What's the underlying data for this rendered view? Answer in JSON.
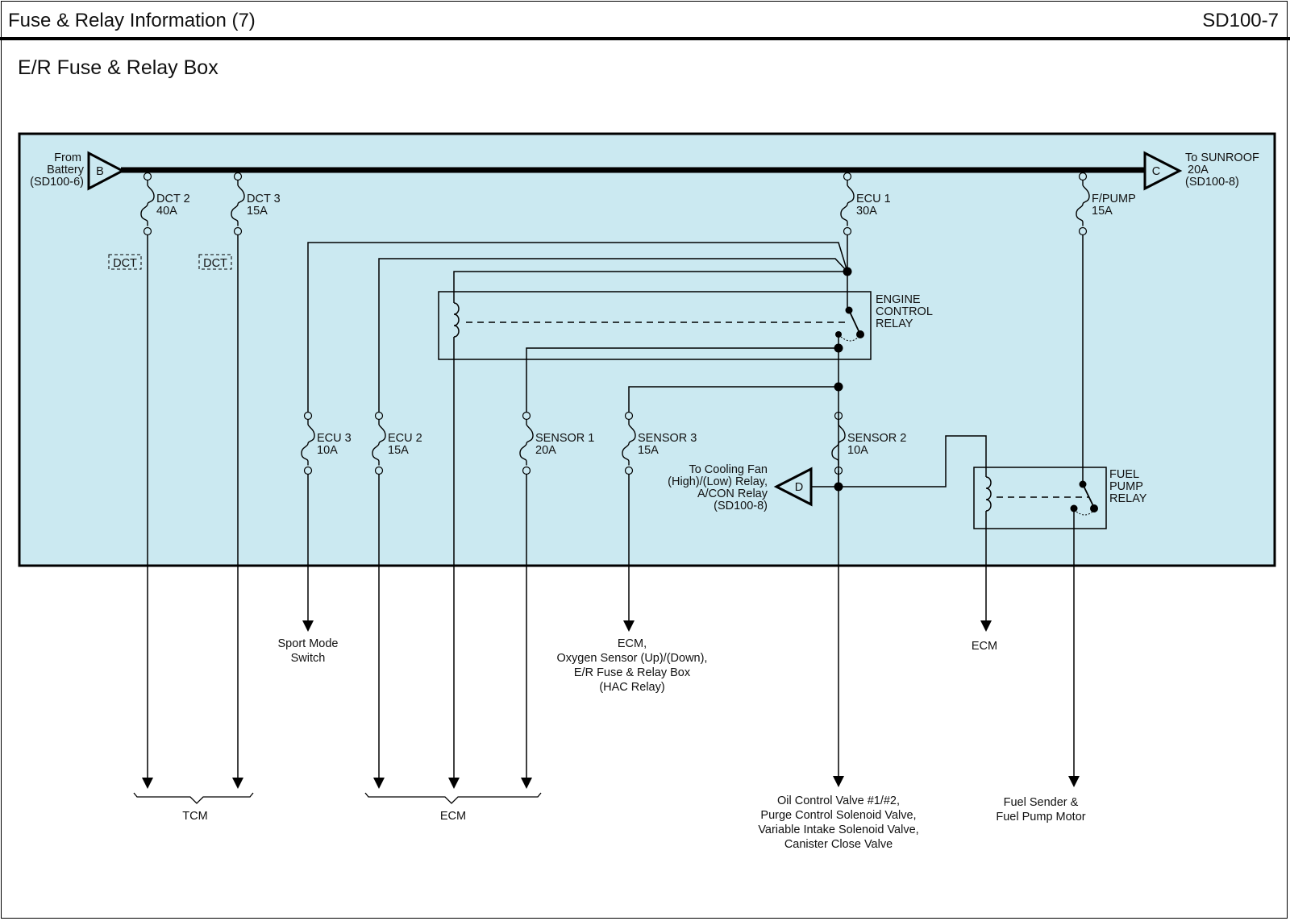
{
  "header": {
    "title": "Fuse & Relay Information (7)",
    "code": "SD100-7"
  },
  "section_title": "E/R Fuse & Relay Box",
  "colors": {
    "box_fill": "#cbe9f1",
    "line": "#000000"
  },
  "connectors": {
    "B": {
      "letter": "B",
      "label": [
        "From",
        "Battery",
        "(SD100-6)"
      ]
    },
    "C": {
      "letter": "C",
      "label": [
        "To SUNROOF",
        "20A",
        "(SD100-8)"
      ]
    },
    "D": {
      "letter": "D",
      "label": [
        "To Cooling Fan",
        "(High)/(Low) Relay,",
        "A/CON Relay",
        "(SD100-8)"
      ]
    }
  },
  "fuses": [
    {
      "name": "DCT 2",
      "rating": "40A"
    },
    {
      "name": "DCT 3",
      "rating": "15A"
    },
    {
      "name": "ECU 1",
      "rating": "30A"
    },
    {
      "name": "F/PUMP",
      "rating": "15A"
    },
    {
      "name": "ECU 3",
      "rating": "10A"
    },
    {
      "name": "ECU 2",
      "rating": "15A"
    },
    {
      "name": "SENSOR 1",
      "rating": "20A"
    },
    {
      "name": "SENSOR 3",
      "rating": "15A"
    },
    {
      "name": "SENSOR 2",
      "rating": "10A"
    }
  ],
  "option_tags": [
    "DCT",
    "DCT"
  ],
  "relays": {
    "engine": [
      "ENGINE",
      "CONTROL",
      "RELAY"
    ],
    "fuel_pump": [
      "FUEL",
      "PUMP",
      "RELAY"
    ]
  },
  "destinations": {
    "sport_mode": [
      "Sport Mode",
      "Switch"
    ],
    "sensor3_dest": [
      "ECM,",
      "Oxygen Sensor (Up)/(Down),",
      "E/R Fuse & Relay Box",
      "(HAC Relay)"
    ],
    "ecm_single": [
      "ECM"
    ],
    "tcm": [
      "TCM"
    ],
    "ecm_group": [
      "ECM"
    ],
    "sensor2_dest": [
      "Oil Control Valve #1/#2,",
      "Purge Control Solenoid Valve,",
      "Variable Intake Solenoid Valve,",
      "Canister Close Valve"
    ],
    "fuel_pump_dest": [
      "Fuel Sender &",
      "Fuel Pump Motor"
    ]
  }
}
